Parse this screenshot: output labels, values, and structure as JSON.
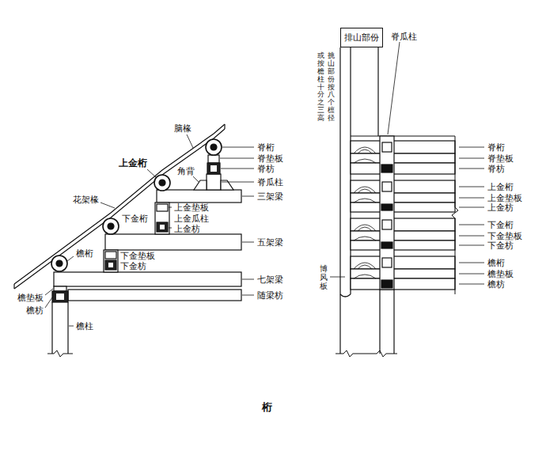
{
  "diagram": {
    "caption": "桁",
    "nodes": [
      {
        "text": [
          "排山部份"
        ]
      }
    ],
    "labels": [
      "脑椽",
      "脊桁",
      "上金桁",
      "角背",
      "脊垫板",
      "脊枋",
      "脊瓜柱",
      "花架椽",
      "上金垫板",
      "三架梁",
      "上金瓜柱",
      "下金桁",
      "上金枋",
      "五架梁",
      "檐桁",
      "下金垫板",
      "下金枋",
      "七架梁",
      "檐垫板",
      "檐枋",
      "随梁枋",
      "檐柱",
      "挑山部份按八个檩径",
      "或按檐柱十分之三高",
      "脊瓜柱",
      "脊桁",
      "脊垫板",
      "脊枋",
      "上金桁",
      "上金垫板",
      "上金枋",
      "下金桁",
      "下金垫板",
      "下金枋",
      "檐桁",
      "檐垫板",
      "檐枋",
      "博风板"
    ]
  }
}
